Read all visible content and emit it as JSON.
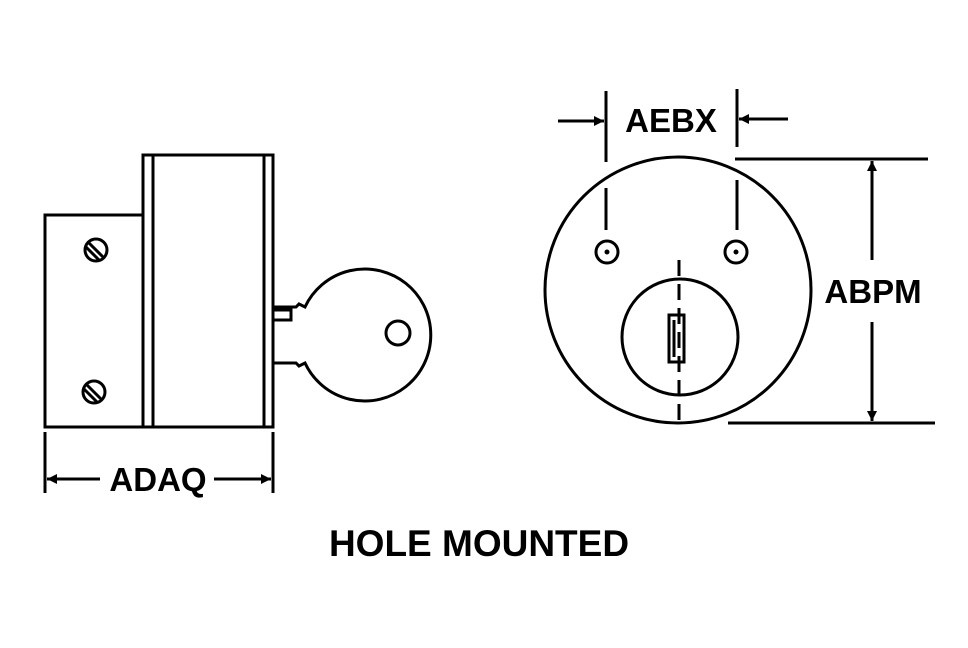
{
  "labels": {
    "side_width": "ADAQ",
    "hole_spacing": "AEBX",
    "face_diameter": "ABPM",
    "caption": "HOLE MOUNTED"
  },
  "colors": {
    "line": "#000000",
    "background": "#ffffff"
  }
}
